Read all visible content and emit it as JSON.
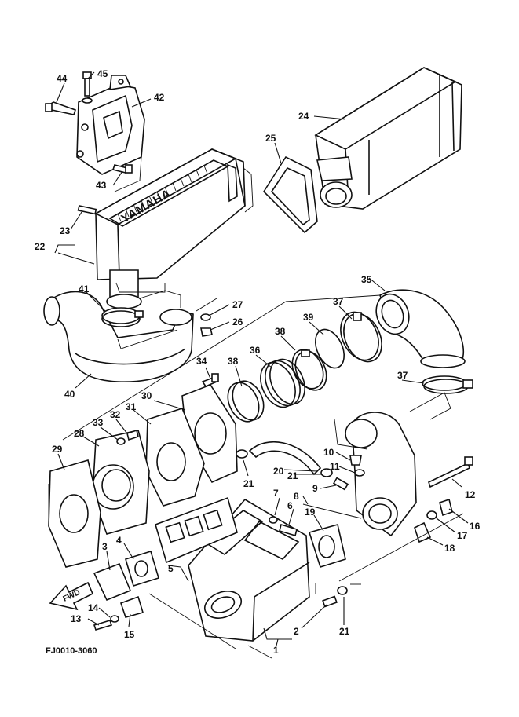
{
  "diagram": {
    "code": "FJ0010-3060",
    "brand": "YAMAHA",
    "fwd_label": "FWD",
    "callouts": [
      {
        "id": "c44",
        "text": "44"
      },
      {
        "id": "c45",
        "text": "45"
      },
      {
        "id": "c42",
        "text": "42"
      },
      {
        "id": "c43",
        "text": "43"
      },
      {
        "id": "c24",
        "text": "24"
      },
      {
        "id": "c25",
        "text": "25"
      },
      {
        "id": "c23",
        "text": "23"
      },
      {
        "id": "c22",
        "text": "22"
      },
      {
        "id": "c41",
        "text": "41"
      },
      {
        "id": "c27",
        "text": "27"
      },
      {
        "id": "c26",
        "text": "26"
      },
      {
        "id": "c40",
        "text": "40"
      },
      {
        "id": "c35",
        "text": "35"
      },
      {
        "id": "c37a",
        "text": "37"
      },
      {
        "id": "c39",
        "text": "39"
      },
      {
        "id": "c38a",
        "text": "38"
      },
      {
        "id": "c36",
        "text": "36"
      },
      {
        "id": "c34",
        "text": "34"
      },
      {
        "id": "c38b",
        "text": "38"
      },
      {
        "id": "c30",
        "text": "30"
      },
      {
        "id": "c37b",
        "text": "37"
      },
      {
        "id": "c33",
        "text": "33"
      },
      {
        "id": "c32",
        "text": "32"
      },
      {
        "id": "c31",
        "text": "31"
      },
      {
        "id": "c28",
        "text": "28"
      },
      {
        "id": "c29",
        "text": "29"
      },
      {
        "id": "c10",
        "text": "10"
      },
      {
        "id": "c11",
        "text": "11"
      },
      {
        "id": "c20",
        "text": "20"
      },
      {
        "id": "c21a",
        "text": "21"
      },
      {
        "id": "c21b",
        "text": "21"
      },
      {
        "id": "c9",
        "text": "9"
      },
      {
        "id": "c8",
        "text": "8"
      },
      {
        "id": "c12",
        "text": "12"
      },
      {
        "id": "c7",
        "text": "7"
      },
      {
        "id": "c6",
        "text": "6"
      },
      {
        "id": "c19",
        "text": "19"
      },
      {
        "id": "c16",
        "text": "16"
      },
      {
        "id": "c17",
        "text": "17"
      },
      {
        "id": "c18",
        "text": "18"
      },
      {
        "id": "c5",
        "text": "5"
      },
      {
        "id": "c3",
        "text": "3"
      },
      {
        "id": "c4",
        "text": "4"
      },
      {
        "id": "c14",
        "text": "14"
      },
      {
        "id": "c13",
        "text": "13"
      },
      {
        "id": "c15",
        "text": "15"
      },
      {
        "id": "c2",
        "text": "2"
      },
      {
        "id": "c21c",
        "text": "21"
      },
      {
        "id": "c1",
        "text": "1"
      }
    ]
  }
}
